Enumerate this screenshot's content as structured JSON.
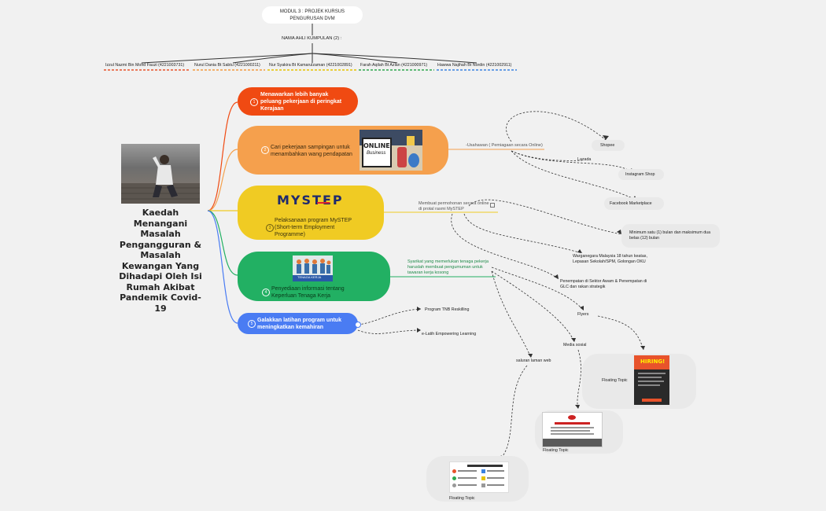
{
  "header": {
    "module_title": "MODUL 3 : PROJEK KURSUS PENGURUSAN DVM",
    "group_label": "NAMA AHLI KUMPULAN (2) :",
    "members": [
      "Izzul Nazmi Bin Mohd Fauzi (4221003731)",
      "Nurul Dania Bt Sabtu (4221000211)",
      "Nur Syakira Bt Kamarulzaman (4221002891)",
      "Farah Aqilah Bt Azlan  (4221000971)",
      "Hawwa Najihah Bt Nordin (4221002911)"
    ],
    "member_colors": [
      "#e8532b",
      "#f39a3f",
      "#e6c200",
      "#2fa84f",
      "#3b82e0"
    ]
  },
  "central_topic": "Kaedah Menangani Masalah Pengangguran & Masalah Kewangan Yang Dihadapi Oleh Isi Rumah Akibat Pandemik Covid-19",
  "branches": [
    {
      "number": "1",
      "label": "Menawarkan lebih banyak peluang pekerjaan di peringkat Kerajaan",
      "color": "#f04a12"
    },
    {
      "number": "2",
      "label": "Cari pekerjaan sampingan untuk menambahkan wang pendapatan",
      "color": "#f5a04d",
      "image_text_1": "ONLINE",
      "image_text_2": "Business"
    },
    {
      "number": "3",
      "label": "Pelaksanaan program MySTEP (Short-term Employment Programme)",
      "color": "#f0cb23",
      "logo_text": "MYSTEP"
    },
    {
      "number": "4",
      "label": "Penyediaan informasi tentang Keperluan Tenaga Kerja",
      "color": "#22b063",
      "image_caption": "TENAGA KERJA"
    },
    {
      "number": "5",
      "label": "Galakkan latihan program untuk meningkatkan kemahiran",
      "color": "#4a7cf3"
    }
  ],
  "subtopics": {
    "b2": {
      "main": "-Usahawan ( Pemiagaan secara Online)",
      "items": [
        "Shopee",
        "Lazada",
        "Instagram Shop",
        "Facebook Marketplace"
      ]
    },
    "b3": {
      "main": "Membuat permohonan secara online di protal rasmi MySTEP",
      "items": [
        "Minimum satu (1) bulan dan maksimum dua belas (12) bulan",
        "Warganegara Malaysia 18 tahun keatas, Lepasan Sekolah/SPM, Golongan OKU",
        "Penempatan di Sektor Awam & Penempatan di GLC dan rakan strategik"
      ]
    },
    "b4": {
      "main": "Syarikat yang memerlukan tenaga pekerja haruslah membuat pengumuman untuk tawaran kerja kosong",
      "items": [
        "Flyers",
        "Media sosial",
        "saluran laman web"
      ]
    },
    "b5": {
      "items": [
        "Program TNB Reskilling",
        "e-Latih Empowering Learning"
      ]
    }
  },
  "floating_topics": [
    "Floating Topic",
    "Floating Topic",
    "Floating Topic"
  ],
  "flyer_text": "HIRING!"
}
